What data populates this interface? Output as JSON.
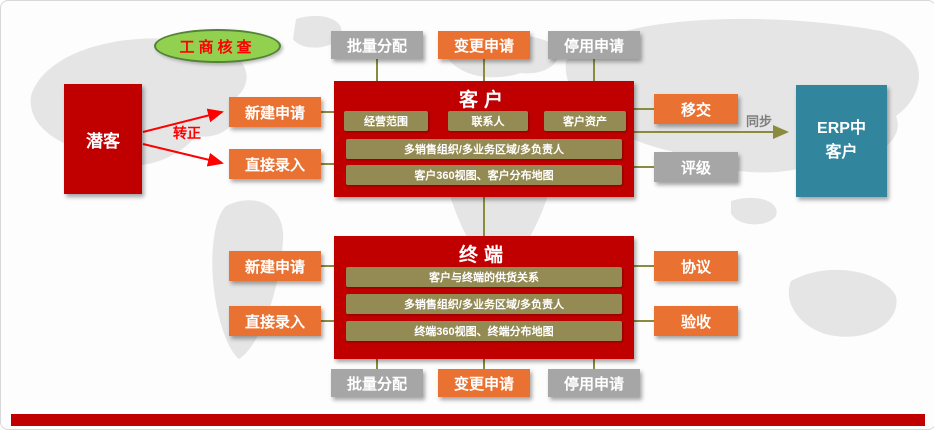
{
  "colors": {
    "dark_red": "#C00000",
    "orange": "#E97132",
    "gray": "#A6A6A6",
    "olive": "#948A54",
    "teal": "#31859C",
    "connector_olive": "#8B8B40",
    "badge_green_fill": "#92D050",
    "badge_green_border": "#538135",
    "badge_text_red": "#FF0000"
  },
  "badge": {
    "label": "工商核查"
  },
  "top_actions": [
    {
      "label": "批量分配",
      "color": "gray"
    },
    {
      "label": "变更申请",
      "color": "orange"
    },
    {
      "label": "停用申请",
      "color": "gray"
    }
  ],
  "left_flow": {
    "source": "潜客",
    "arrow_label": "转正",
    "new_request": "新建申请",
    "direct_entry": "直接录入"
  },
  "customer_block": {
    "title": "客户",
    "features_row1": [
      {
        "label": "经营范围"
      },
      {
        "label": "联系人"
      },
      {
        "label": "客户资产"
      }
    ],
    "feature_orgs": "多销售组织/多业务区域/多负责人",
    "feature_view": "客户360视图、客户分布地图"
  },
  "right_flow": {
    "transfer": "移交",
    "rating": "评级",
    "sync_label": "同步",
    "erp": "ERP中客户"
  },
  "terminal_block": {
    "title": "终端",
    "new_request": "新建申请",
    "direct_entry": "直接录入",
    "feature_supply": "客户与终端的供货关系",
    "feature_orgs": "多销售组织/多业务区域/多负责人",
    "feature_view": "终端360视图、终端分布地图",
    "agreement": "协议",
    "acceptance": "验收"
  },
  "bottom_actions": [
    {
      "label": "批量分配",
      "color": "gray"
    },
    {
      "label": "变更申请",
      "color": "orange"
    },
    {
      "label": "停用申请",
      "color": "gray"
    }
  ]
}
